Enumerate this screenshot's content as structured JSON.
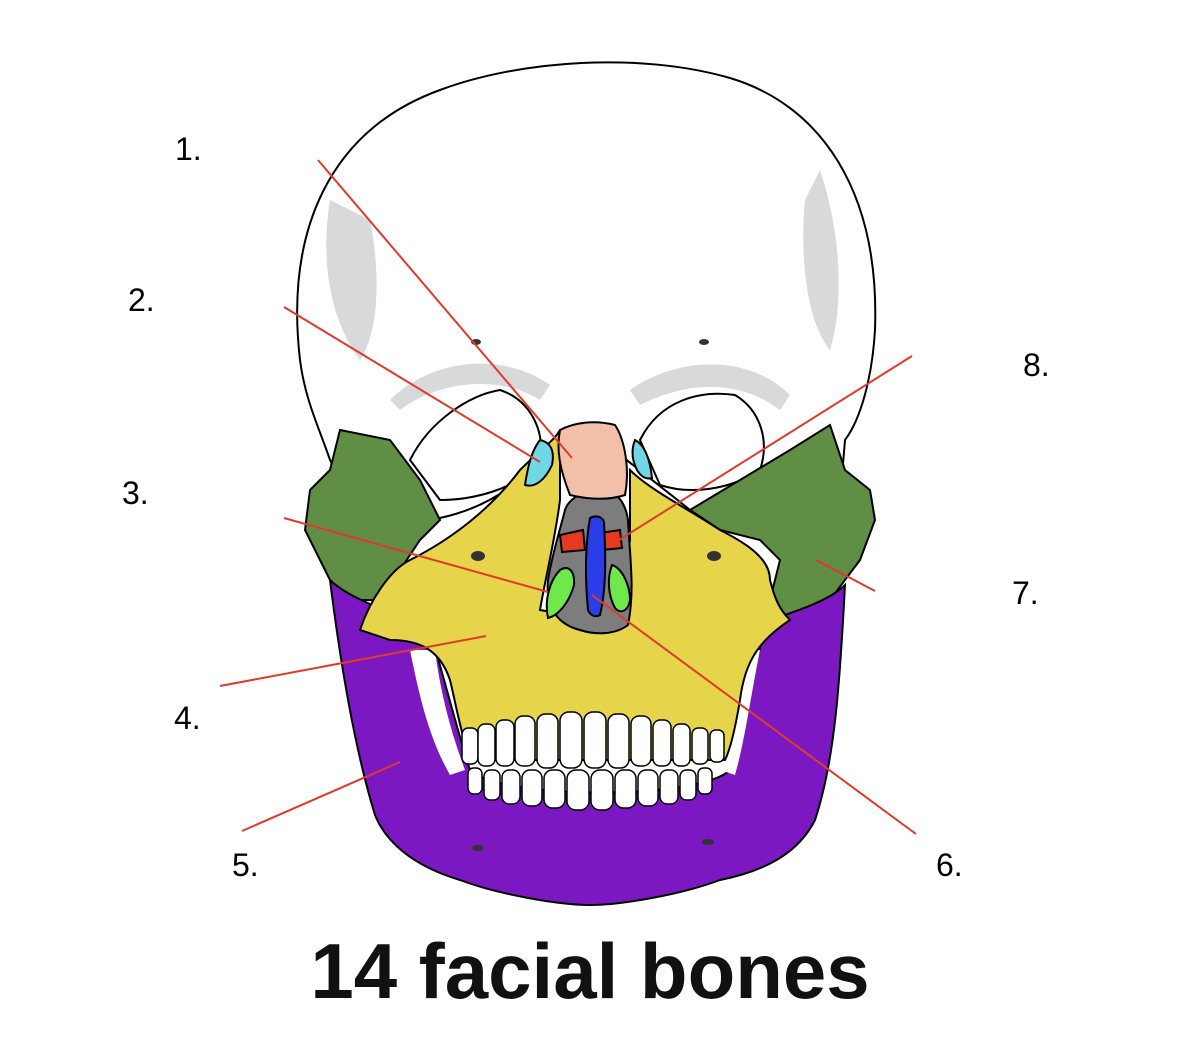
{
  "title": "14 facial bones",
  "labels": [
    "1.",
    "2.",
    "3.",
    "4.",
    "5.",
    "6.",
    "7.",
    "8."
  ],
  "colors": {
    "skull": "#ffffff",
    "skull_shadow": "#d8d9da",
    "outline": "#000000",
    "nasal": "#f2c0a8",
    "lacrimal": "#6fd7e6",
    "inferior_concha": "#6ee84b",
    "maxilla": "#e6d44a",
    "mandible": "#7b18c2",
    "vomer": "#2a3ee8",
    "zygomatic": "#5f8e44",
    "palatine": "#e43a1f",
    "nasal_cavity": "#7d7d7d",
    "leader_line": "#e03a2c"
  }
}
